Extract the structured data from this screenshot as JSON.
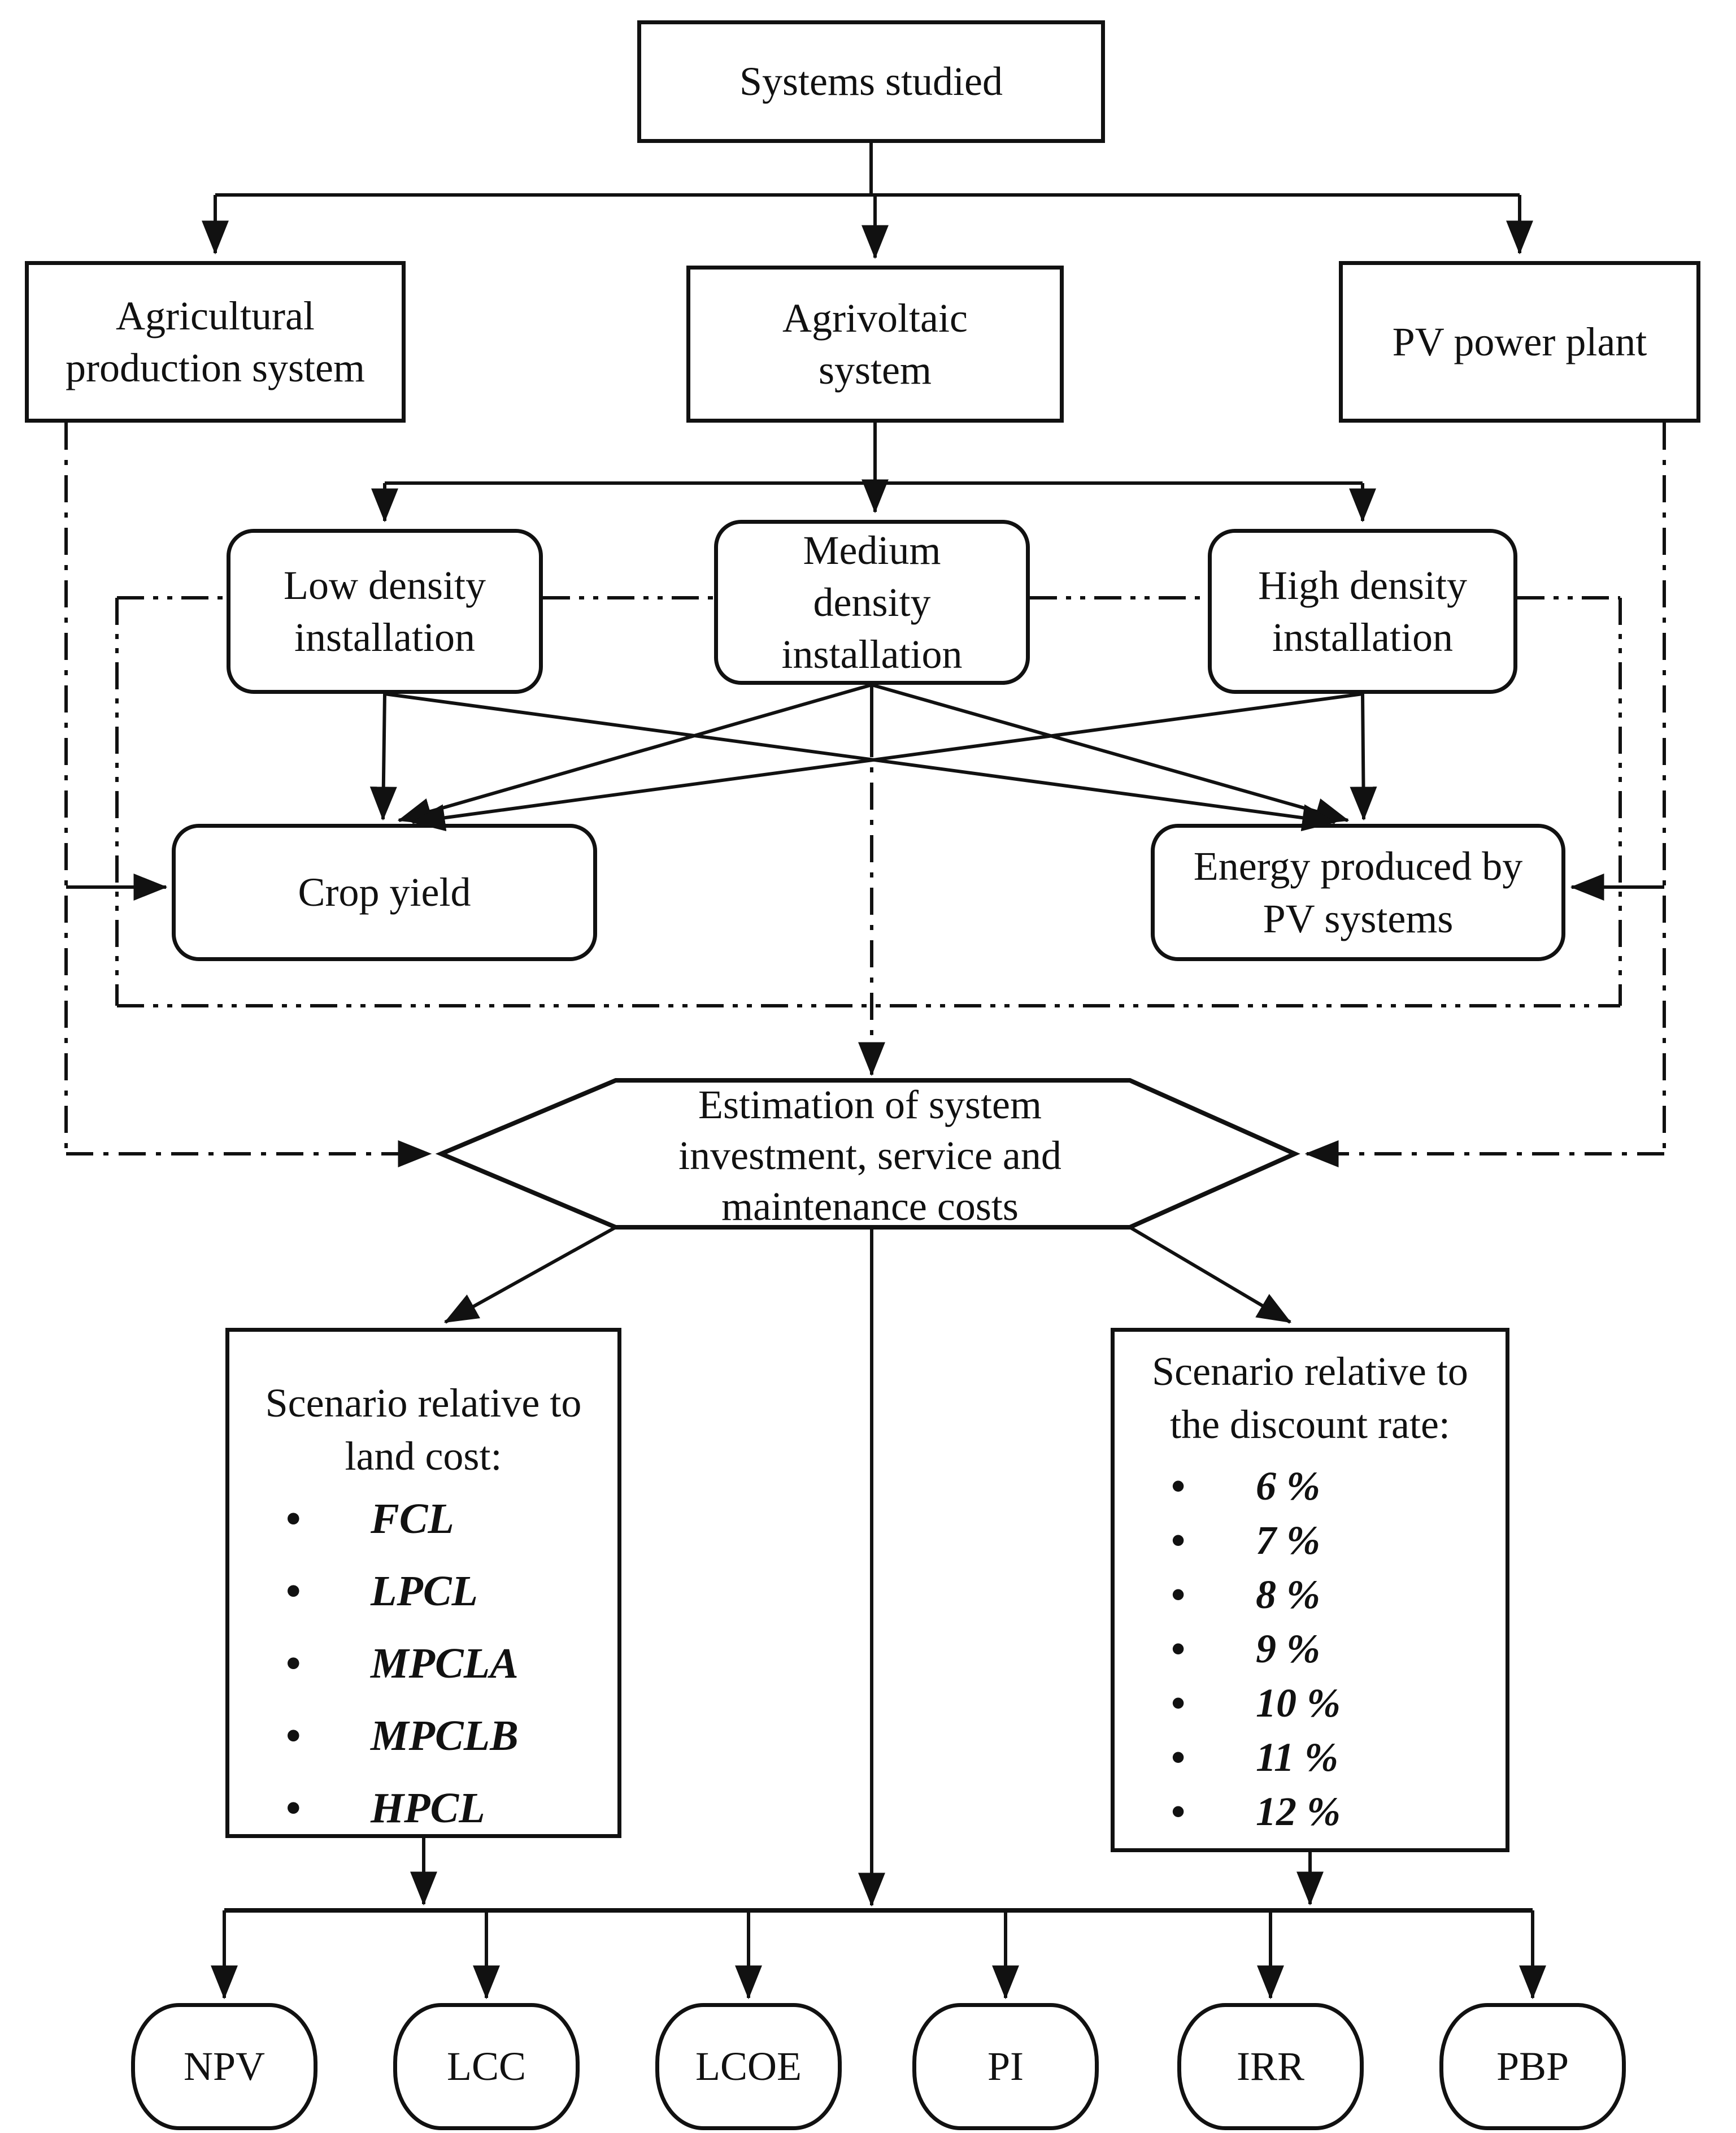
{
  "root": {
    "label": "Systems studied"
  },
  "systems": {
    "agricultural": "Agricultural production system",
    "agrivoltaic": "Agrivoltaic system",
    "pv": "PV power plant"
  },
  "installations": {
    "low": "Low density installation",
    "medium": "Medium density installation",
    "high": "High density installation"
  },
  "outputs": {
    "crop": "Crop yield",
    "energy": "Energy produced by PV systems"
  },
  "estimation": {
    "label": "Estimation of system investment, service and maintenance costs"
  },
  "scenario_land": {
    "title": "Scenario relative to land cost:",
    "items": [
      "FCL",
      "LPCL",
      "MPCLA",
      "MPCLB",
      "HPCL"
    ]
  },
  "scenario_discount": {
    "title": "Scenario relative to the discount rate:",
    "items": [
      "6 %",
      "7 %",
      "8 %",
      "9 %",
      "10 %",
      "11 %",
      "12 %"
    ]
  },
  "indicators": [
    "NPV",
    "LCC",
    "LCOE",
    "PI",
    "IRR",
    "PBP"
  ],
  "colors": {
    "line": "#111111",
    "background": "#ffffff",
    "box_fill": "#ffffff"
  }
}
